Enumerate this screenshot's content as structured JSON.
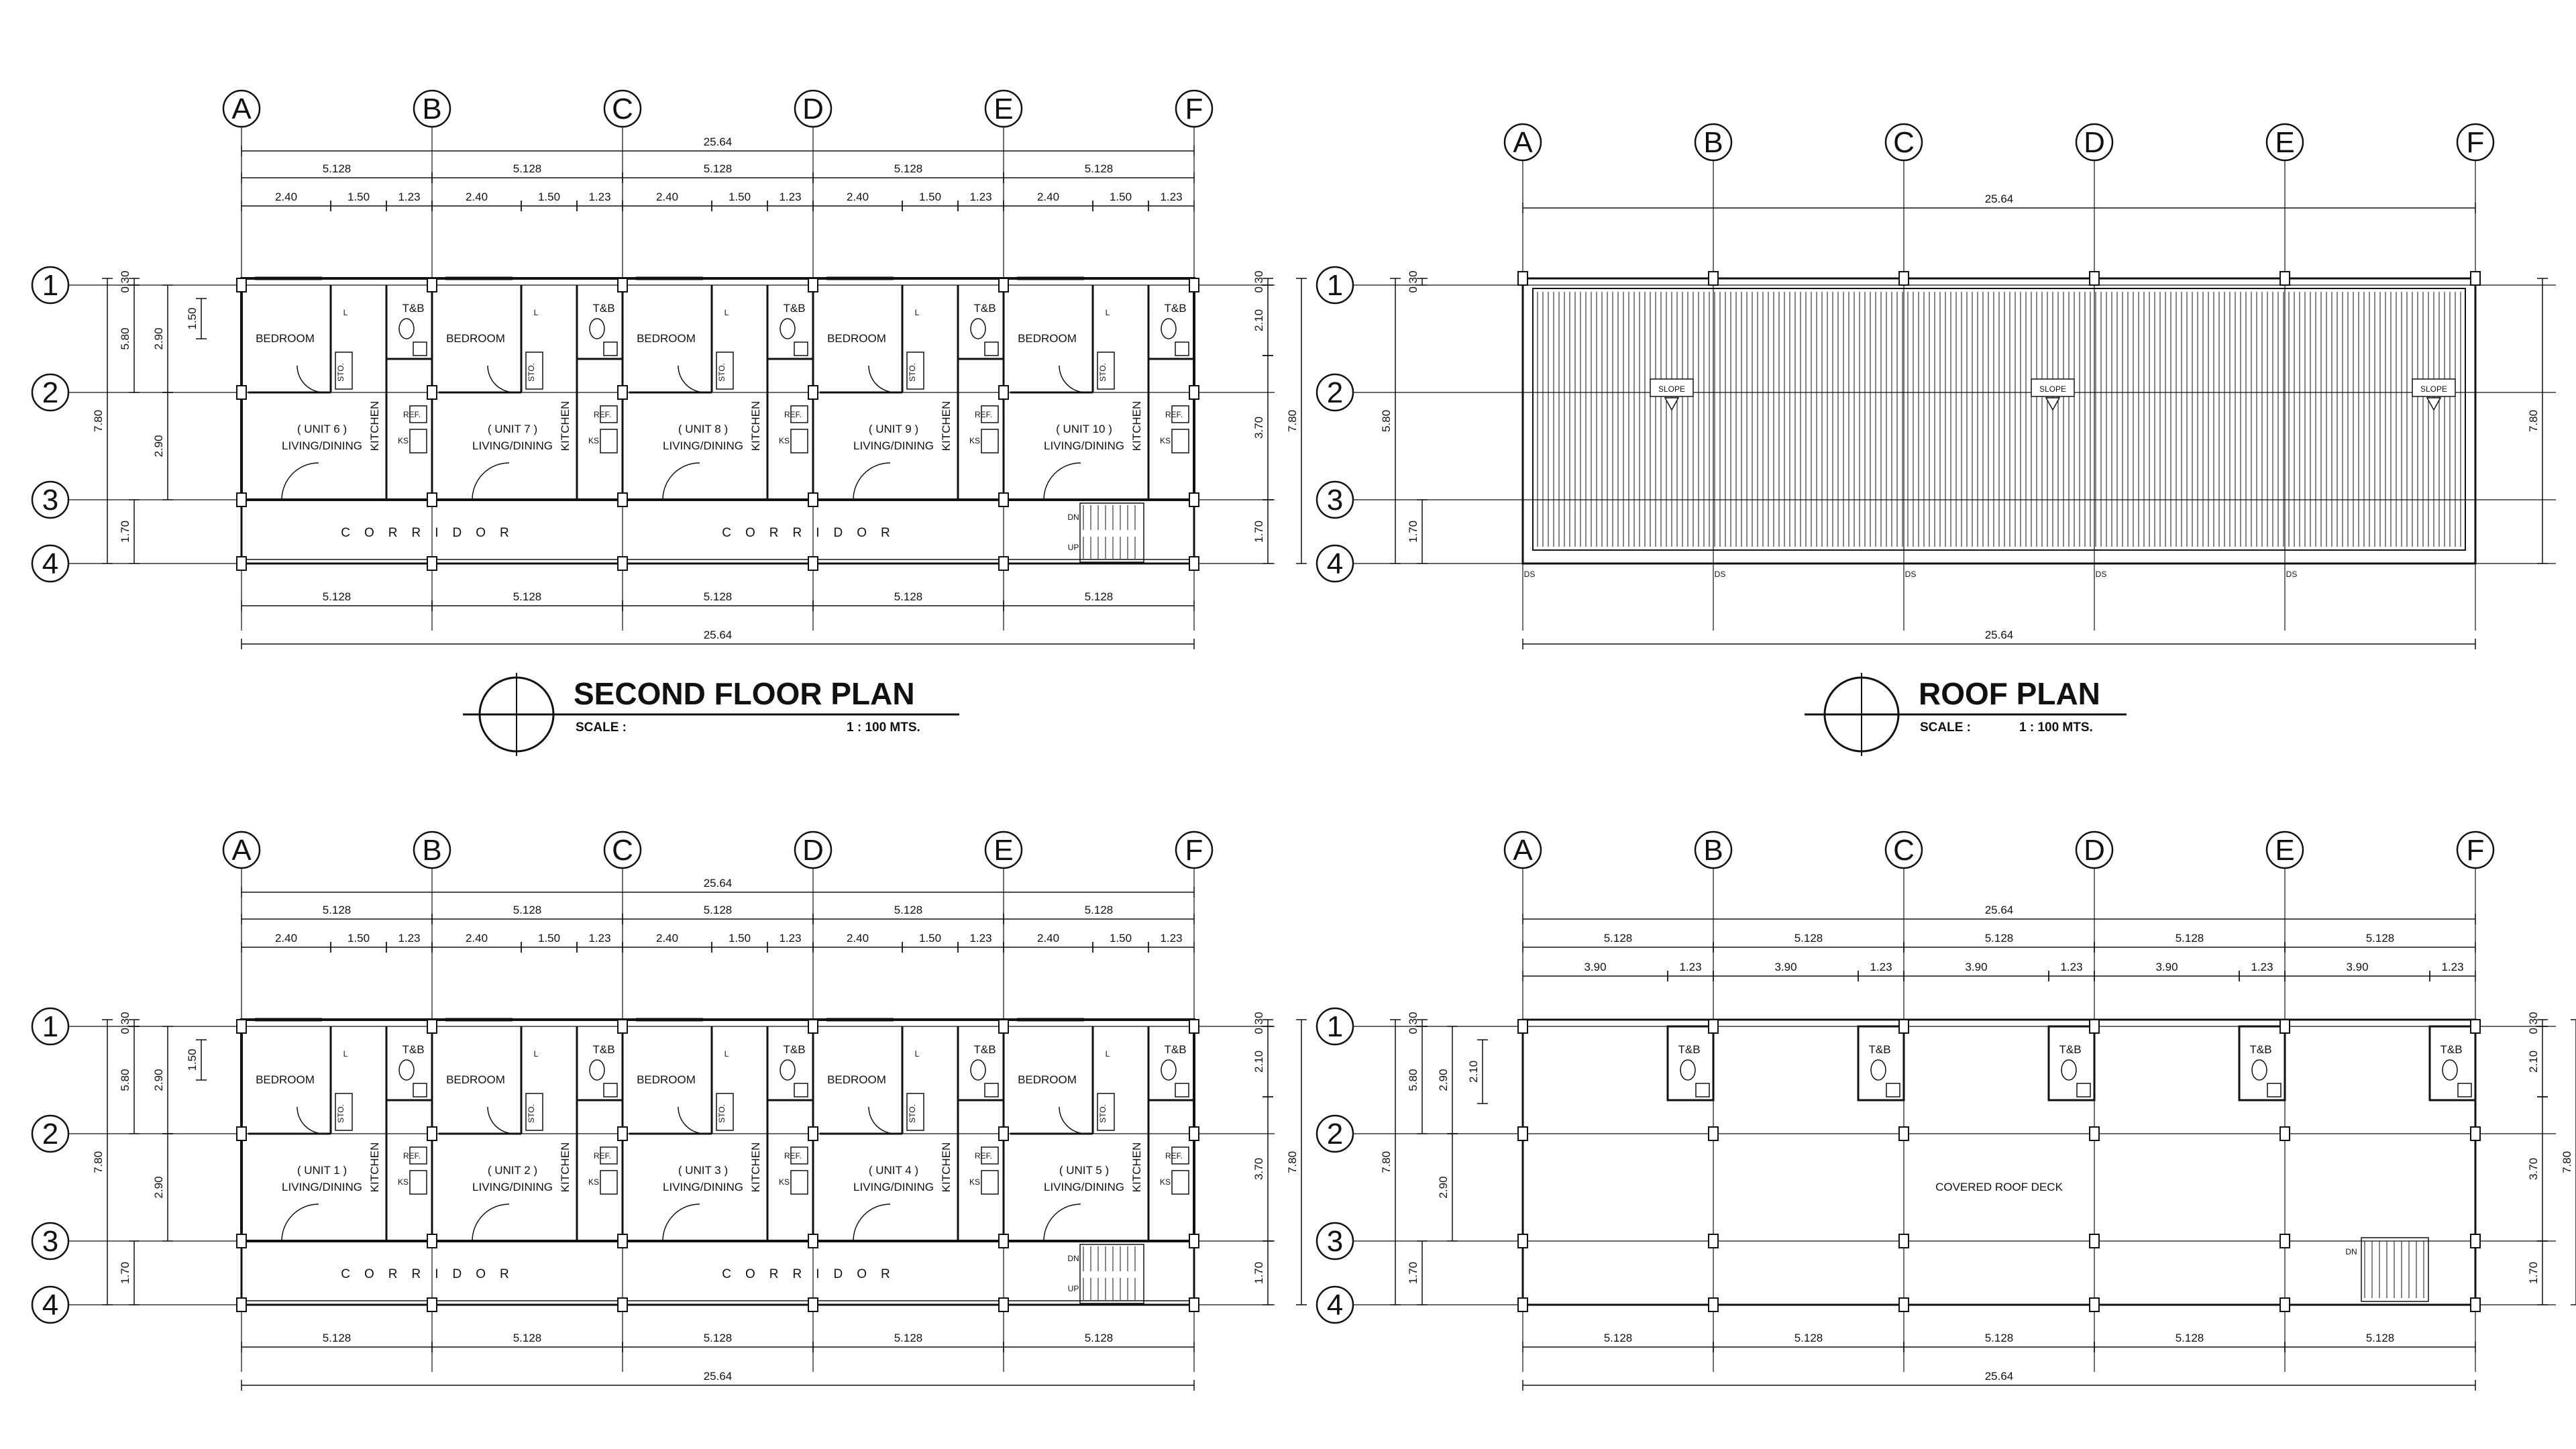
{
  "grid": {
    "columns": [
      "A",
      "B",
      "C",
      "D",
      "E",
      "F"
    ],
    "rows": [
      "1",
      "2",
      "3",
      "4"
    ]
  },
  "dims": {
    "overall": "25.64",
    "bay": "5.128",
    "unit_sub": [
      "2.40",
      "1.50",
      "1.23"
    ],
    "deck_sub": [
      "3.90",
      "1.23"
    ],
    "row_top": "0.30",
    "row_bed": "2.90",
    "row_mid": "2.90",
    "row_corr": "1.70",
    "row_room": "5.80",
    "row_total": "7.80",
    "small_150": "1.50",
    "right_210": "2.10",
    "right_370": "3.70"
  },
  "rooms": {
    "bedroom": "BEDROOM",
    "living": "LIVING/DINING",
    "kitchen": "KITCHEN",
    "tb": "T&B",
    "sto": "STO.",
    "ref": "REF.",
    "ks": "KS",
    "l": "L",
    "corridor": "CORRIDOR",
    "dn": "DN",
    "up": "UP",
    "slope": "SLOPE",
    "ds": "DS",
    "deck": "COVERED ROOF DECK"
  },
  "units_upper": [
    "( UNIT 6 )",
    "( UNIT 7 )",
    "( UNIT 8 )",
    "( UNIT 9 )",
    "( UNIT 10 )"
  ],
  "units_lower": [
    "( UNIT 1 )",
    "( UNIT 2 )",
    "( UNIT 3 )",
    "( UNIT 4 )",
    "( UNIT 5 )"
  ],
  "titles": {
    "second_floor": "SECOND FLOOR PLAN",
    "roof": "ROOF PLAN",
    "scale_label": "SCALE :",
    "scale_value": "1 : 100 MTS."
  }
}
